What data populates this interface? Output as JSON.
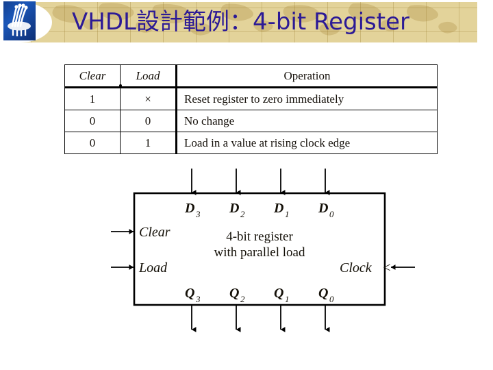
{
  "header": {
    "title": "VHDL設計範例：4-bit Register",
    "logo_name": "institution-logo",
    "banner_color": "#e3d39a",
    "title_color": "#2c1a96"
  },
  "truth_table": {
    "columns": [
      "Clear",
      "Load",
      "Operation"
    ],
    "rows": [
      {
        "clear": "1",
        "load": "×",
        "operation": "Reset register to zero immediately"
      },
      {
        "clear": "0",
        "load": "0",
        "operation": "No change"
      },
      {
        "clear": "0",
        "load": "1",
        "operation": "Load in a value at rising clock edge"
      }
    ]
  },
  "diagram": {
    "block_title_line1": "4-bit register",
    "block_title_line2": "with parallel load",
    "data_inputs": [
      "D",
      "D",
      "D",
      "D"
    ],
    "data_input_subs": [
      "3",
      "2",
      "1",
      "0"
    ],
    "data_outputs": [
      "Q",
      "Q",
      "Q",
      "Q"
    ],
    "data_output_subs": [
      "3",
      "2",
      "1",
      "0"
    ],
    "control_inputs": [
      "Clear",
      "Load"
    ],
    "clock_label": "Clock",
    "clock_marker": "<"
  }
}
